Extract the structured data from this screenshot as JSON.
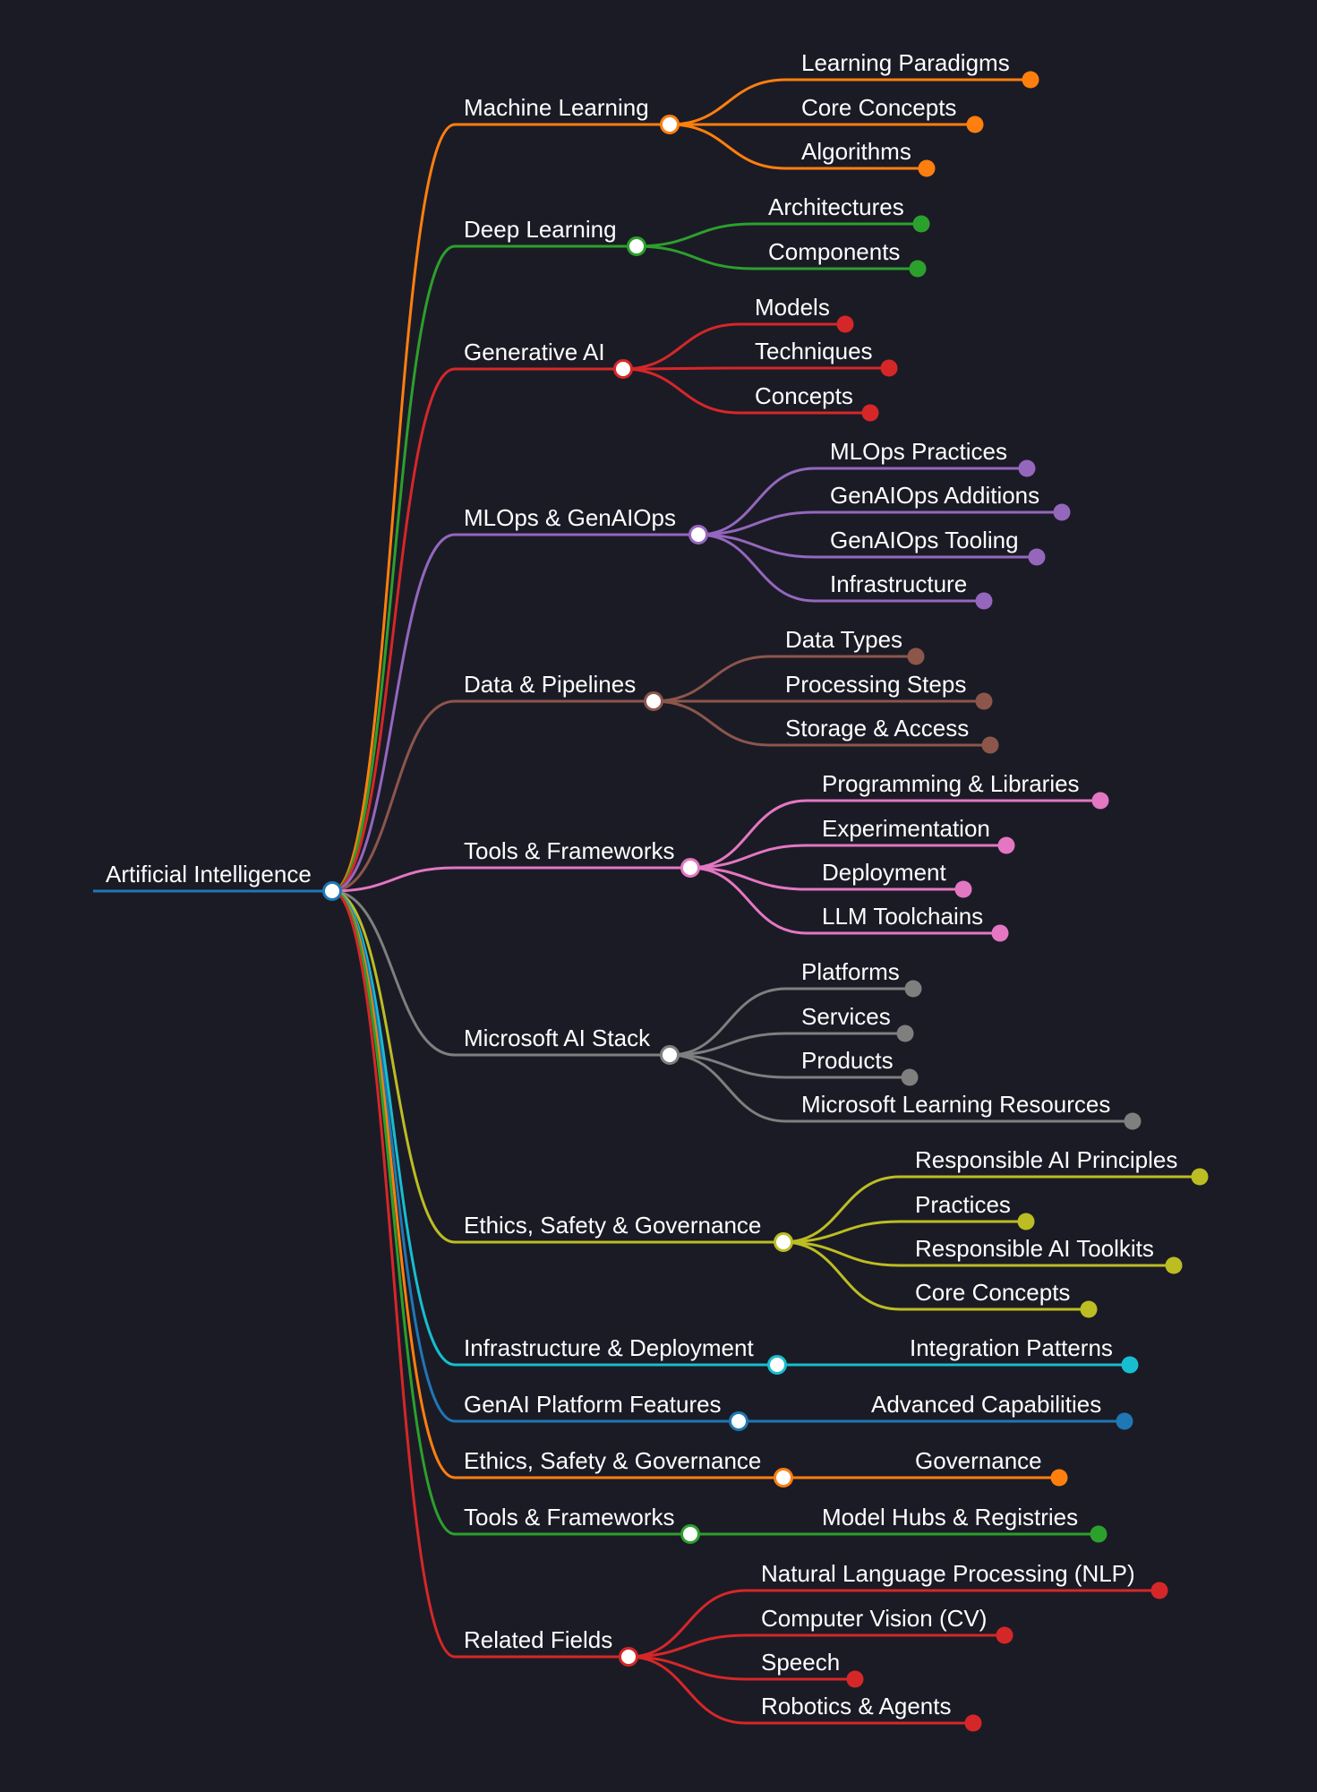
{
  "root": {
    "label": "Artificial Intelligence",
    "color": "#1f77b4"
  },
  "branches": [
    {
      "label": "Machine Learning",
      "color": "#ff7f0e",
      "children": [
        "Learning Paradigms",
        "Core Concepts",
        "Algorithms"
      ]
    },
    {
      "label": "Deep Learning",
      "color": "#2ca02c",
      "children": [
        "Architectures",
        "Components"
      ]
    },
    {
      "label": "Generative AI",
      "color": "#d62728",
      "children": [
        "Models",
        "Techniques",
        "Concepts"
      ]
    },
    {
      "label": "MLOps & GenAIOps",
      "color": "#9467bd",
      "children": [
        "MLOps Practices",
        "GenAIOps Additions",
        "GenAIOps Tooling",
        "Infrastructure"
      ]
    },
    {
      "label": "Data & Pipelines",
      "color": "#8c564b",
      "children": [
        "Data Types",
        "Processing Steps",
        "Storage & Access"
      ]
    },
    {
      "label": "Tools & Frameworks",
      "color": "#e377c2",
      "children": [
        "Programming & Libraries",
        "Experimentation",
        "Deployment",
        "LLM Toolchains"
      ]
    },
    {
      "label": "Microsoft AI Stack",
      "color": "#7f7f7f",
      "children": [
        "Platforms",
        "Services",
        "Products",
        "Microsoft Learning Resources"
      ]
    },
    {
      "label": "Ethics, Safety & Governance",
      "color": "#bcbd22",
      "children": [
        "Responsible AI Principles",
        "Practices",
        "Responsible AI Toolkits",
        "Core Concepts"
      ]
    },
    {
      "label": "Infrastructure & Deployment",
      "color": "#17becf",
      "children": [
        "Integration Patterns"
      ]
    },
    {
      "label": "GenAI Platform Features",
      "color": "#1f77b4",
      "children": [
        "Advanced Capabilities"
      ]
    },
    {
      "label": "Ethics, Safety & Governance",
      "color": "#ff7f0e",
      "children": [
        "Governance"
      ]
    },
    {
      "label": "Tools & Frameworks",
      "color": "#2ca02c",
      "children": [
        "Model Hubs & Registries"
      ]
    },
    {
      "label": "Related Fields",
      "color": "#d62728",
      "children": [
        "Natural Language Processing (NLP)",
        "Computer Vision (CV)",
        "Speech",
        "Robotics & Agents"
      ]
    }
  ]
}
